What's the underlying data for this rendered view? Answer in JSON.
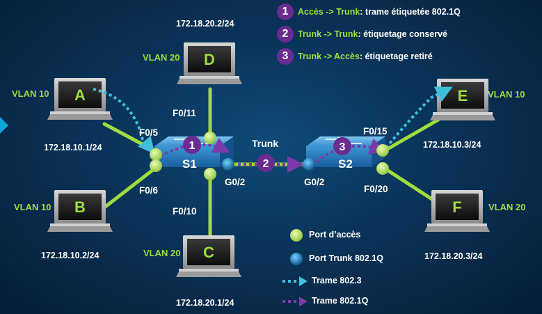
{
  "steps": [
    {
      "num": "1",
      "path": "Accès -> Trunk",
      "desc": " : trame étiquetée 802.1Q"
    },
    {
      "num": "2",
      "path": "Trunk -> Trunk",
      "desc": " : étiquetage conservé"
    },
    {
      "num": "3",
      "path": "Trunk -> Accès",
      "desc": " : étiquetage retiré"
    }
  ],
  "hosts": {
    "A": {
      "letter": "A",
      "vlan": "VLAN 10",
      "ip": "172.18.10.1/24"
    },
    "B": {
      "letter": "B",
      "vlan": "VLAN 10",
      "ip": "172.18.10.2/24"
    },
    "C": {
      "letter": "C",
      "vlan": "VLAN 20",
      "ip": "172.18.20.1/24"
    },
    "D": {
      "letter": "D",
      "vlan": "VLAN 20",
      "ip": "172.18.20.2/24"
    },
    "E": {
      "letter": "E",
      "vlan": "VLAN 10",
      "ip": "172.18.10.3/24"
    },
    "F": {
      "letter": "F",
      "vlan": "VLAN 20",
      "ip": "172.18.20.3/24"
    }
  },
  "switches": {
    "s1": "S1",
    "s2": "S2"
  },
  "ports": {
    "s1_f05": "F0/5",
    "s1_f06": "F0/6",
    "s1_f010": "F0/10",
    "s1_f011": "F0/11",
    "s1_g02": "G0/2",
    "s2_g02": "G0/2",
    "s2_f015": "F0/15",
    "s2_f020": "F0/20"
  },
  "trunk_label": "Trunk",
  "markers": {
    "m1": "1",
    "m2": "2",
    "m3": "3"
  },
  "legend": {
    "access_port": "Port d’accès",
    "trunk_port": "Port Trunk 802.1Q",
    "frame_8023": "Trame 802.3",
    "frame_8021q": "Trame 802.1Q"
  },
  "colors": {
    "link": "#9fdc3f",
    "access_port": "#a8d84a",
    "trunk_port": "#1a7fc0",
    "frame_8023": "#3fc0d8",
    "frame_8021q": "#7a3aa8",
    "step_badge": "#6a2c91"
  }
}
